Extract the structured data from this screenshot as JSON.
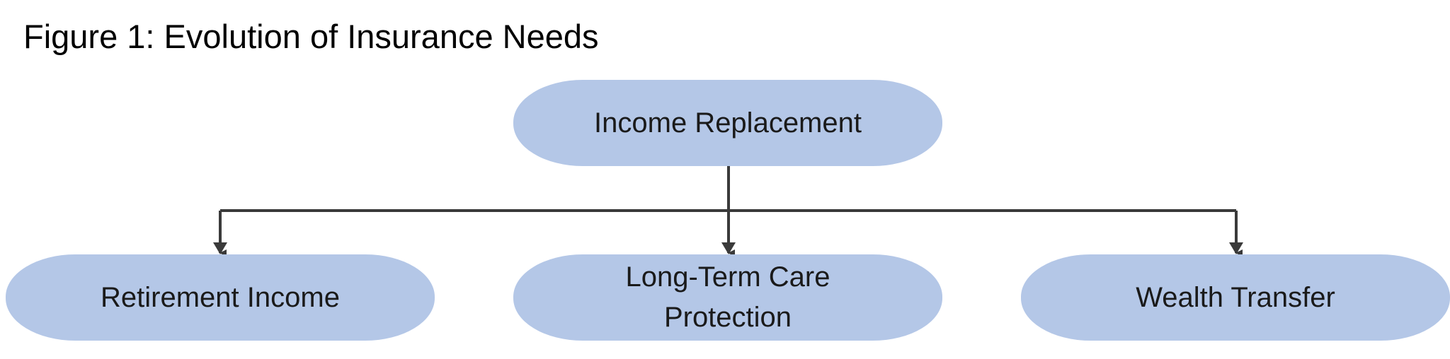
{
  "title": "Figure 1: Evolution of Insurance Needs",
  "nodes": {
    "root": "Income Replacement",
    "children": [
      "Retirement Income",
      "Long-Term Care Protection",
      "Wealth Transfer"
    ]
  },
  "colors": {
    "node_fill": "#b4c7e7",
    "connector": "#3a3a3a",
    "text": "#1a1a1a"
  }
}
